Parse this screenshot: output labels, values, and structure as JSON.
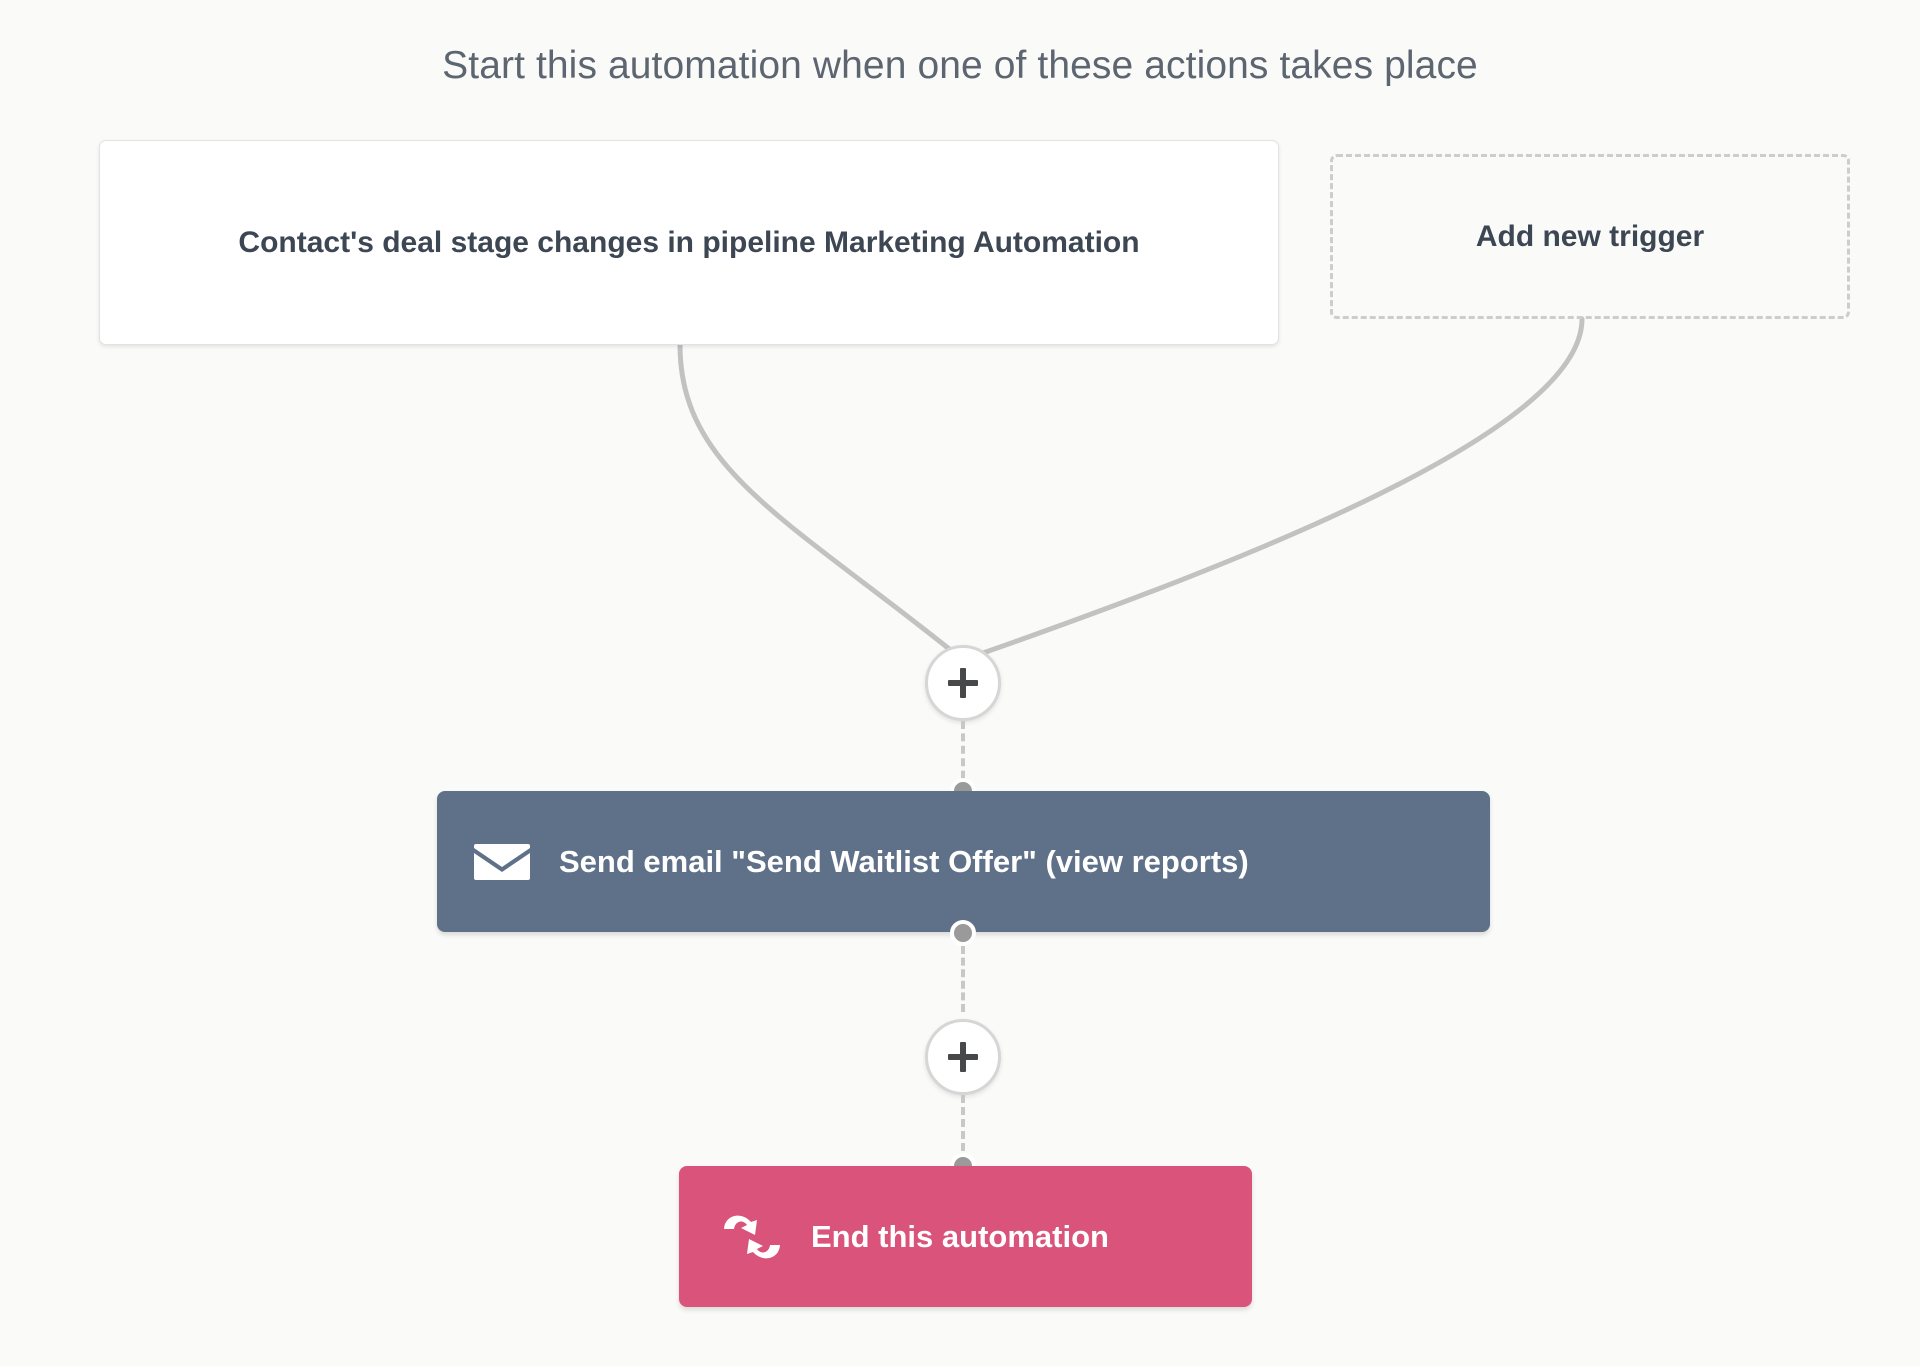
{
  "heading": {
    "text": "Start this automation when one of these actions takes place"
  },
  "triggers": [
    {
      "id": "trigger-deal-stage",
      "label": "Contact's deal stage changes in pipeline Marketing Automation",
      "type": "trigger-card"
    },
    {
      "id": "add-new-trigger",
      "label": "Add new trigger",
      "type": "dashed-placeholder"
    }
  ],
  "add_step_buttons": [
    {
      "id": "add-step-1",
      "icon": "plus-icon",
      "label": "+"
    },
    {
      "id": "add-step-2",
      "icon": "plus-icon",
      "label": "+"
    }
  ],
  "actions": [
    {
      "id": "action-send-email",
      "icon": "envelope-icon",
      "label": "Send email \"Send Waitlist Offer\" (view reports)",
      "color": "#5f7089"
    },
    {
      "id": "action-end-automation",
      "icon": "sync-arrows-icon",
      "label": "End this automation",
      "color": "#d9537a"
    }
  ],
  "colors": {
    "background": "#fafaf9",
    "card_background": "#ffffff",
    "card_border": "#e2e2e2",
    "dashed_border": "#cdcdcd",
    "heading_text": "#5d6670",
    "card_text": "#3d4653",
    "connector_line": "#c2c2c2",
    "node_dot": "#9a9a9a",
    "email_action": "#5f7089",
    "end_action": "#d9537a"
  }
}
